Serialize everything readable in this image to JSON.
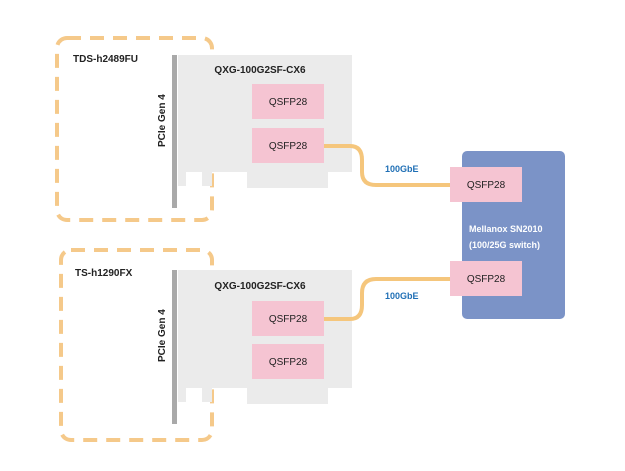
{
  "colors": {
    "dashed_border": "#f5c98a",
    "card_fill": "#ebebeb",
    "bracket": "#a9a9a9",
    "port_fill": "#f5c4d2",
    "cable": "#f5c67c",
    "speed_text": "#1f6fb5",
    "switch_fill": "#7b93c7",
    "text_dark": "#222222",
    "text_light": "#ffffff"
  },
  "diagram": {
    "nas_units": [
      {
        "name": "TDS-h2489FU",
        "slot": "PCIe Gen 4",
        "card": {
          "model": "QXG-100G2SF-CX6",
          "ports": [
            {
              "label": "QSFP28"
            },
            {
              "label": "QSFP28"
            }
          ]
        }
      },
      {
        "name": "TS-h1290FX",
        "slot": "PCIe Gen 4",
        "card": {
          "model": "QXG-100G2SF-CX6",
          "ports": [
            {
              "label": "QSFP28"
            },
            {
              "label": "QSFP28"
            }
          ]
        }
      }
    ],
    "links": [
      {
        "speed": "100GbE"
      },
      {
        "speed": "100GbE"
      }
    ],
    "switch": {
      "name_line1": "Mellanox SN2010",
      "name_line2": "(100/25G switch)",
      "ports": [
        {
          "label": "QSFP28"
        },
        {
          "label": "QSFP28"
        }
      ]
    }
  }
}
